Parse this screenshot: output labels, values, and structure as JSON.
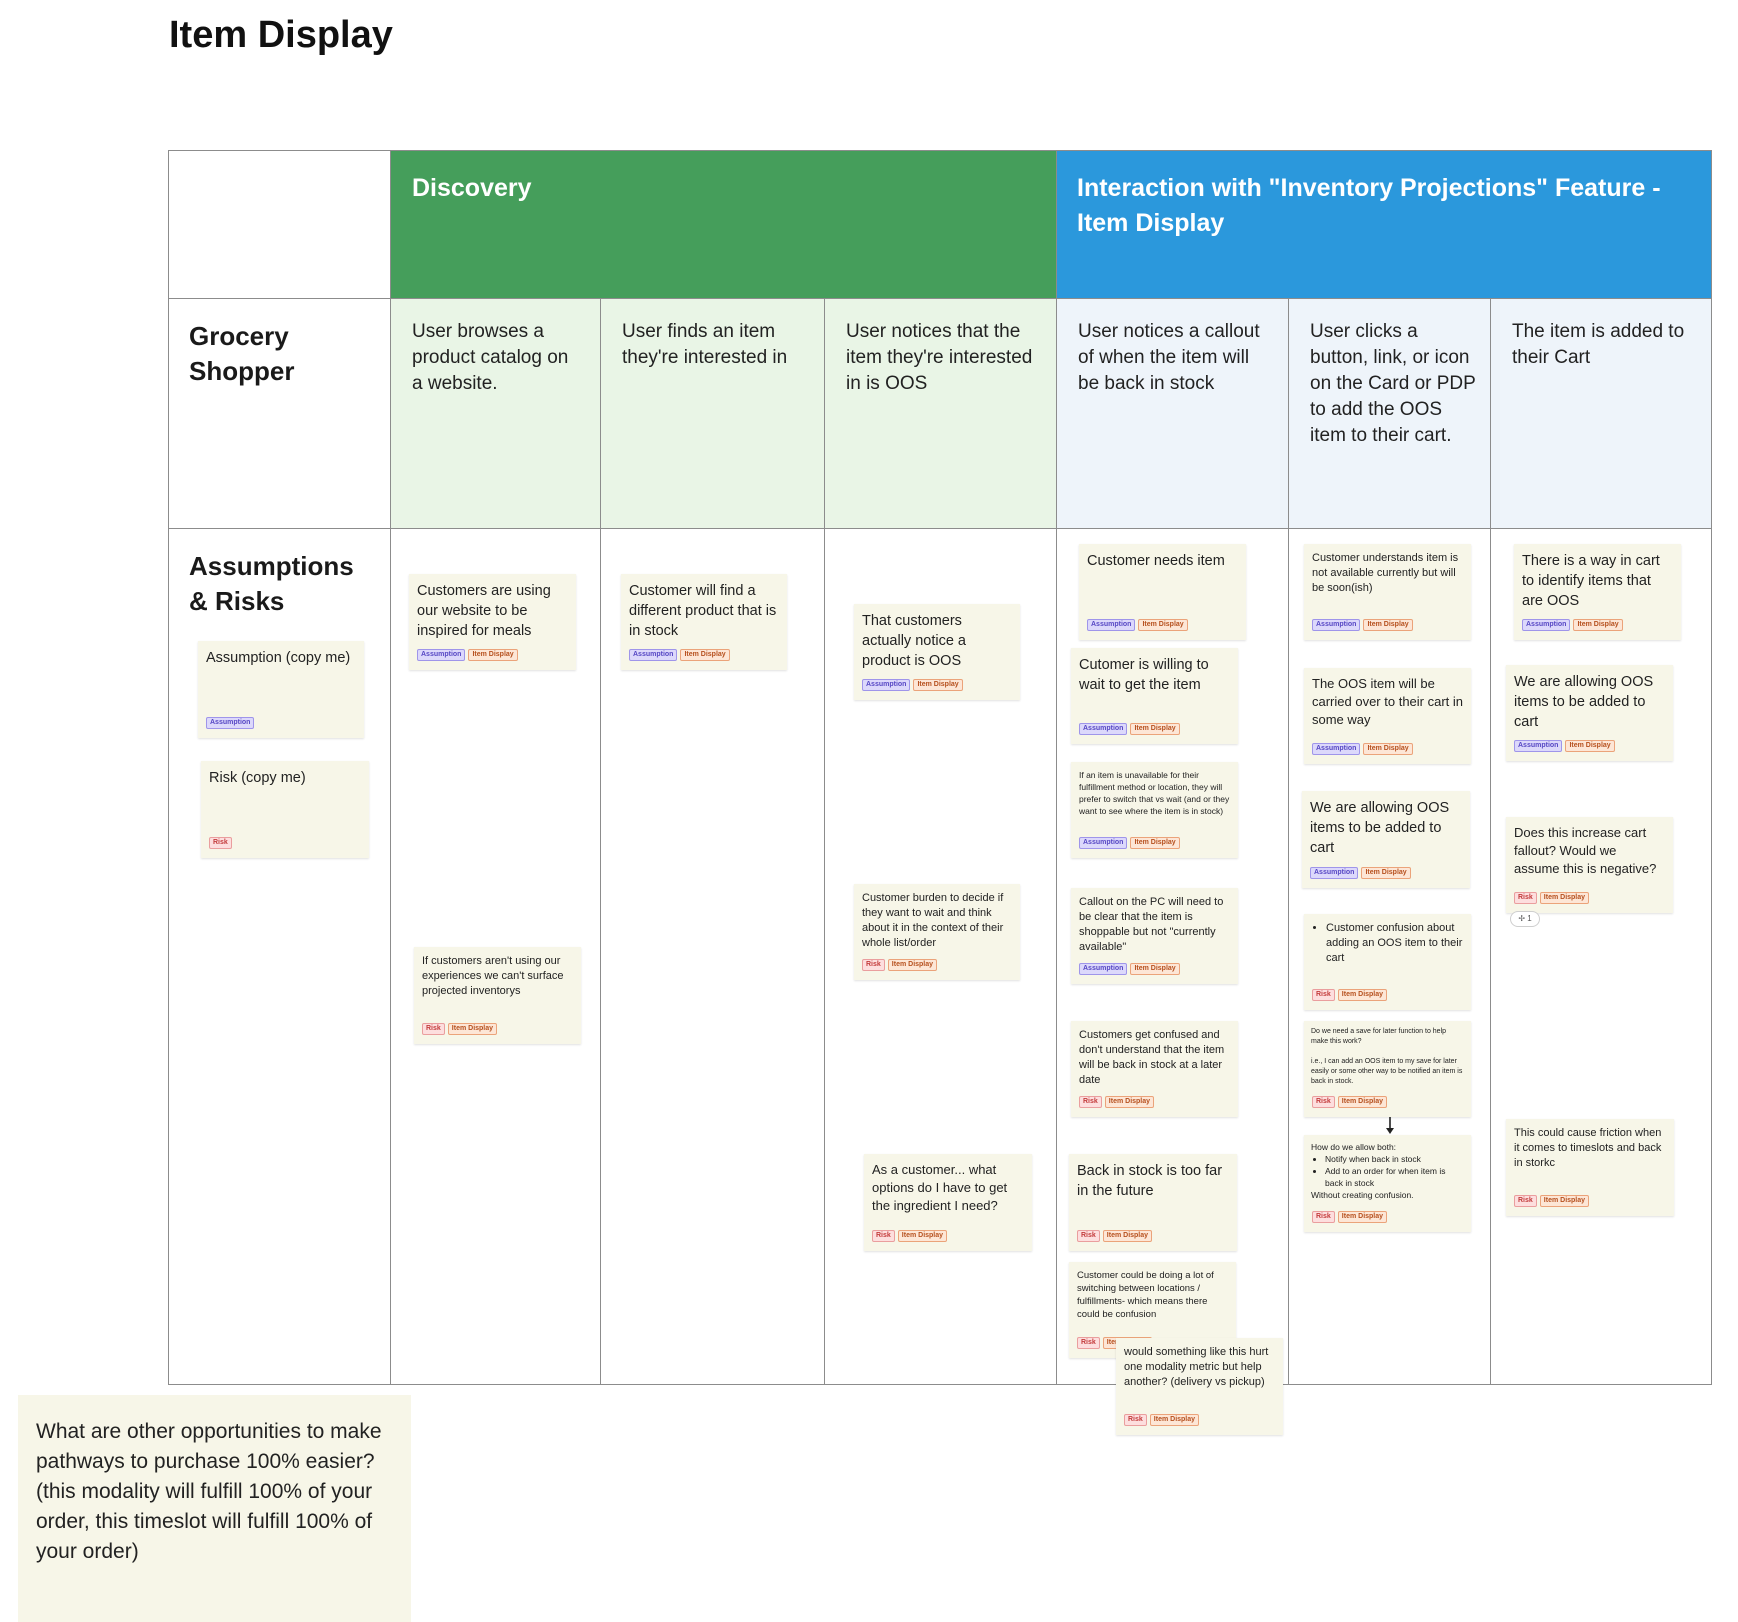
{
  "title": "Item Display",
  "headers": {
    "discovery": "Discovery",
    "interaction": "Interaction with \"Inventory Projections\" Feature -\n Item Display"
  },
  "rows": {
    "persona": "Grocery Shopper",
    "assumptions": "Assumptions & Risks"
  },
  "steps": [
    "User browses a product catalog on a website.",
    "User finds an item they're interested in",
    "User notices that the item they're interested in is OOS",
    "User notices a callout of when the item will be back in stock",
    "User clicks a button, link, or icon on the Card or PDP to add the OOS item to their cart.",
    "The item is added to their Cart"
  ],
  "tags": {
    "assumption": "Assumption",
    "risk": "Risk",
    "item_display": "Item Display"
  },
  "stickies": {
    "legend_assumption": "Assumption (copy me)",
    "legend_risk": "Risk (copy me)",
    "c1_a1": "Customers are using our website to be inspired for meals",
    "c1_r1": "If customers aren't using our experiences we can't surface projected inventorys",
    "c2_a1": "Customer will find a different product that is in stock",
    "c3_a1": "That customers actually notice a product is OOS",
    "c3_r1": "Customer burden to decide if they want to wait and think about it in the context of their whole list/order",
    "c3_r2": "As a customer... what options do I have to get the ingredient I need?",
    "c4_a1": "Customer needs item",
    "c4_a2": "Cutomer is willing to wait to get the item",
    "c4_a3": "If an item is unavailable for their fulfillment method or location, they will prefer to switch that vs wait (and or they want to see where the item is in stock)",
    "c4_a4": "Callout on the PC will need to be clear that the item is shoppable but not \"currently available\"",
    "c4_r1": "Customers get confused and don't understand that the item will be back in stock at a later date",
    "c4_r2": "Back in stock is too far in the future",
    "c4_r3": "Customer could be doing a lot of switching between locations / fulfillments- which means there could be confusion",
    "c4_r4": "would something like this hurt one modality metric but help another? (delivery vs pickup)",
    "c5_a1": "Customer understands item is not available currently but will be soon(ish)",
    "c5_a2": "The OOS item will be carried over to their cart in some way",
    "c5_a3": "We are allowing OOS items to be added to cart",
    "c5_r1": "Customer confusion about adding an OOS item to their cart",
    "c5_r2_line1": "Do we need a save for later function to help make this work?",
    "c5_r2_line2": "i.e., I can add an OOS item to my save for later easily or some other way to be notified an item is back in stock.",
    "c5_r3_intro": "How do we allow both:",
    "c5_r3_b1": "Notify when back in stock",
    "c5_r3_b2": "Add to an order for when item is back in stock",
    "c5_r3_outro": "Without creating confusion.",
    "c6_a1": "There is a way in cart to identify items that are OOS",
    "c6_a2": "We are allowing OOS items to be added to cart",
    "c6_r1": "Does this increase cart fallout? Would we assume this is negative?",
    "c6_r2": "This could cause friction when it comes to timeslots and back in storkc"
  },
  "reaction": "✢ 1",
  "bottom_note": "What are other opportunities to make pathways to purchase 100% easier? (this modality will fulfill 100% of your order, this timeslot will fulfill 100% of your order)",
  "colors": {
    "discovery_header": "#459e5b",
    "interaction_header": "#2b98dc",
    "discovery_step_bg": "#e9f5e6",
    "interaction_step_bg": "#eef4fa",
    "sticky": "#f7f6e8"
  }
}
